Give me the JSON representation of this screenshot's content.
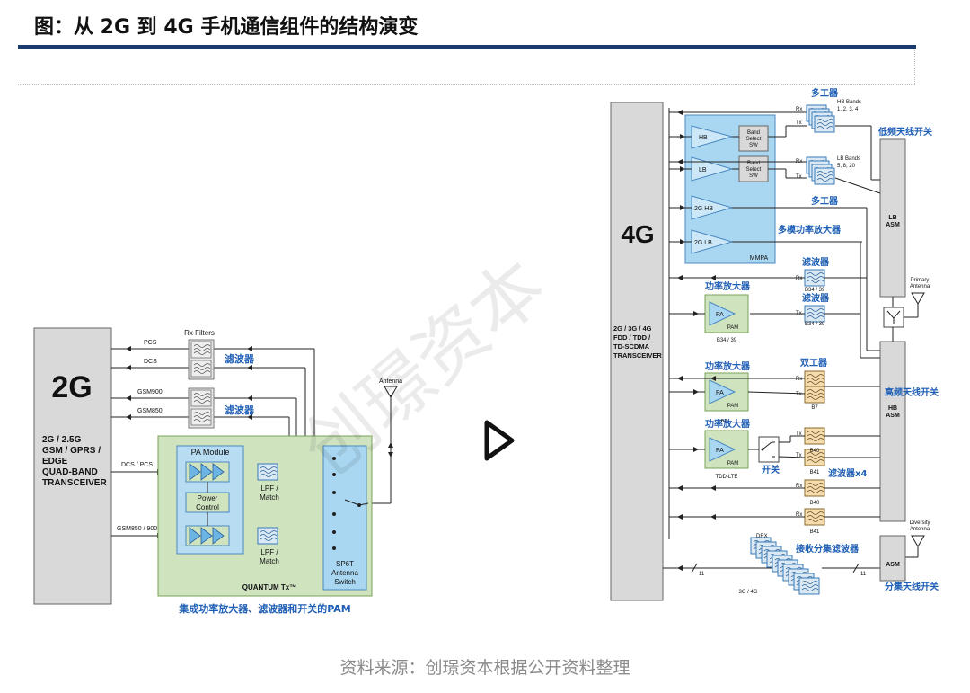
{
  "title": "图：从 2G 到 4G 手机通信组件的结构演变",
  "source": "资料来源：创璟资本根据公开资料整理",
  "watermark": "创璟资本",
  "colors": {
    "rule": "#1a3b6e",
    "annotation": "#1f5fb5",
    "green": "#cfe3bf",
    "blue": "#a9d6f0",
    "gray": "#d9d9d9"
  },
  "g2": {
    "label": "2G",
    "transceiver": [
      "2G / 2.5G",
      "GSM / GPRS /",
      "EDGE",
      "QUAD-BAND",
      "TRANSCEIVER"
    ],
    "rx_filters": "Rx Filters",
    "lines": [
      "PCS",
      "DCS",
      "GSM900",
      "GSM850"
    ],
    "in_lines": [
      "DCS / PCS",
      "GSM850 / 900"
    ],
    "pa_module": "PA Module",
    "power_control": [
      "Power",
      "Control"
    ],
    "lpf": [
      "LPF /",
      "Match"
    ],
    "switch": [
      "SP6T",
      "Antenna",
      "Switch"
    ],
    "antenna": "Antenna",
    "quantum": "QUANTUM Tx™",
    "note_filter1": "滤波器",
    "note_filter2": "滤波器",
    "note_pam": "集成功率放大器、滤波器和开关的PAM"
  },
  "g4": {
    "label": "4G",
    "transceiver": [
      "2G / 3G / 4G",
      "FDD / TDD /",
      "TD-SCDMA",
      "TRANSCEIVER"
    ],
    "mmpa": "MMPA",
    "hb": "HB",
    "lb": "LB",
    "hb2g": "2G HB",
    "lb2g": "2G LB",
    "band_select": [
      "Band",
      "Select",
      "SW"
    ],
    "hb_bands": [
      "HB Bands",
      "1, 2, 3, 4"
    ],
    "lb_bands": [
      "LB Bands",
      "5, 8, 20"
    ],
    "lb_asm": [
      "LB",
      "ASM"
    ],
    "hb_asm": [
      "HB",
      "ASM"
    ],
    "asm": "ASM",
    "primary_antenna": [
      "Primary",
      "Antenna"
    ],
    "diversity_antenna": [
      "Diversity",
      "Antenna"
    ],
    "pa": "PA",
    "pam": "PAM",
    "b34": "B34 / 39",
    "b7": "B7",
    "b40": "B40",
    "b41": "B41",
    "tdd_lte": "TDD-LTE",
    "b7_small": "B7",
    "drx": "DRX",
    "g34": "3G / 4G",
    "bus": "11",
    "rx": "Rx",
    "tx": "Tx",
    "notes": {
      "multiplexer1": "多工器",
      "multiplexer2": "多工器",
      "lowband_switch": "低频天线开关",
      "mmpa_note": "多模功率放大器",
      "filter1": "滤波器",
      "filter2": "滤波器",
      "pa1": "功率放大器",
      "pa2": "功率放大器",
      "pa3": "功率放大器",
      "duplexer": "双工器",
      "highband_switch": "高频天线开关",
      "switch": "开关",
      "filters4": "滤波器x4",
      "rx_diversity": "接收分集滤波器",
      "diversity_switch": "分集天线开关"
    }
  }
}
